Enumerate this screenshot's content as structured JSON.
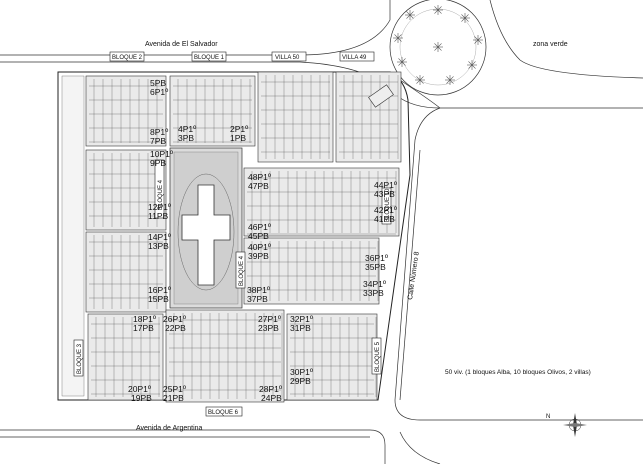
{
  "streets": {
    "north": "Avenida  de  El  Salvador",
    "south": "Avenida   de   Argentina",
    "east": "Calle    Número    8",
    "green_zone": "zona verde"
  },
  "blocks": {
    "b1": "BLOQUE 1",
    "b2": "BLOQUE 2",
    "b3": "BLOQUE 3",
    "b4": "BLOQUE 4",
    "b5": "BLOQUE 5",
    "b6": "BLOQUE 6",
    "b10": "BLOQUE 10",
    "villa50": "VILLA 50",
    "villa49": "VILLA 49"
  },
  "units": {
    "u5": "5PB",
    "u6": "6P1º",
    "u8": "8P1º",
    "u7": "7PB",
    "u4": "4P1º",
    "u3": "3PB",
    "u2": "2P1º",
    "u1": "1PB",
    "u10": "10P1º",
    "u9": "9PB",
    "u12": "12P1º",
    "u11": "11PB",
    "u14": "14P1º",
    "u13": "13PB",
    "u16": "16P1º",
    "u15": "15PB",
    "u18": "18P1º",
    "u17": "17PB",
    "u20": "20P1º",
    "u19": "19PB",
    "u26": "26P1º",
    "u22": "22PB",
    "u25": "25P1º",
    "u21": "21PB",
    "u27": "27P1º",
    "u23": "23PB",
    "u28": "28P1º",
    "u24": "24PB",
    "u32": "32P1º",
    "u31": "31PB",
    "u30": "30P1º",
    "u29": "29PB",
    "u40": "40P1º",
    "u39": "39PB",
    "u38": "38P1º",
    "u37": "37PB",
    "u48": "48P1º",
    "u47": "47PB",
    "u46": "46P1º",
    "u45": "45PB",
    "u44": "44P1º",
    "u43": "43PB",
    "u42": "42P1º",
    "u41": "41PB",
    "u36": "36P1º",
    "u35": "35PB",
    "u34": "34P1º",
    "u33": "33PB"
  },
  "note": "50 viv. (1 bloques Alba, 10 bloques Olivos, 2 villas)",
  "compass": "N"
}
